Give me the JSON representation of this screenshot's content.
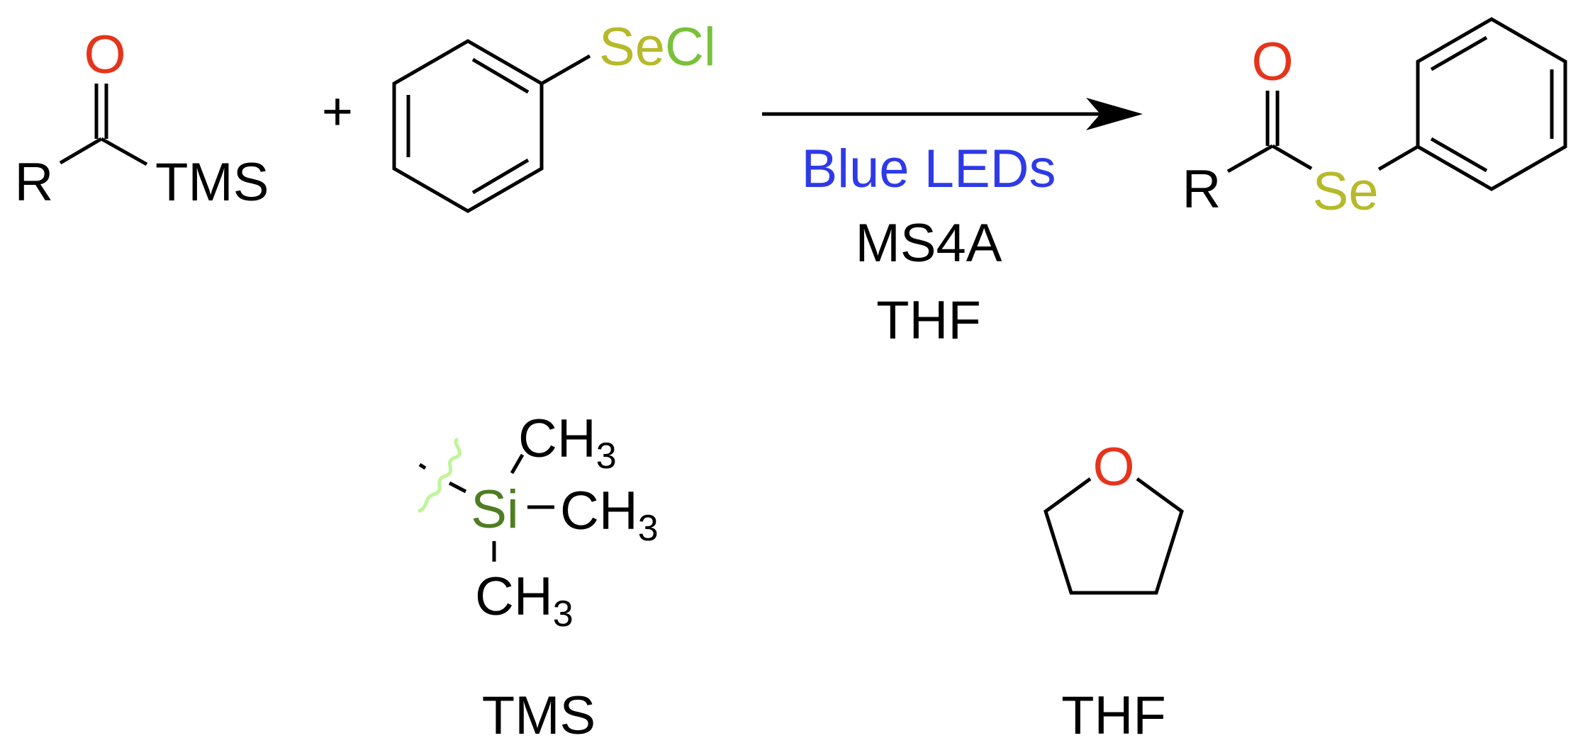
{
  "colors": {
    "oxygen": "#e5341b",
    "selenium": "#b6ba2a",
    "chlorine": "#79c13a",
    "silicon": "#4f7d23",
    "wavy": "#bff59a",
    "conditions_highlight": "#2e3ae8",
    "text": "#000000"
  },
  "reactant1": {
    "R": "R",
    "O": "O",
    "TMS": "TMS"
  },
  "plus": "+",
  "reactant2": {
    "Se": "Se",
    "Cl": "Cl"
  },
  "conditions": {
    "light": "Blue LEDs",
    "additive": "MS4A",
    "solvent": "THF"
  },
  "product": {
    "R": "R",
    "O": "O",
    "Se": "Se"
  },
  "tms_structure": {
    "Si": "Si",
    "methyl_C": "CH",
    "methyl_subscript": "3",
    "caption": "TMS"
  },
  "thf_structure": {
    "O": "O",
    "caption": "THF"
  }
}
